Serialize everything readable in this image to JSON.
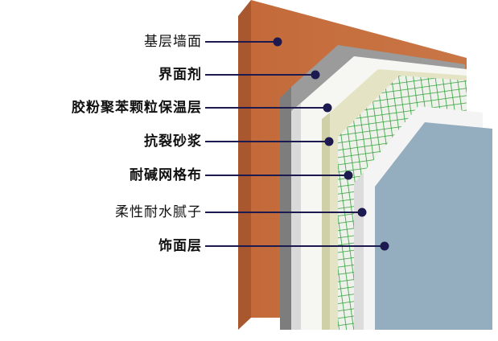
{
  "labels": [
    {
      "text": "基层墙面"
    },
    {
      "text": "界面剂"
    },
    {
      "text": "胶粉聚苯颗粒保温层"
    },
    {
      "text": "抗裂砂浆"
    },
    {
      "text": "耐碱网格布"
    },
    {
      "text": "柔性耐水腻子"
    },
    {
      "text": "饰面层"
    }
  ],
  "colors": {
    "wall": "#c8703f",
    "wall_side": "#a9572f",
    "interface": "#9b9b9b",
    "insulation": "#f6f6f2",
    "mortar_edge": "#dcdcb0",
    "mesh": "#2f9f3a",
    "putty": "#f2f2f2",
    "finish": "#94aebf",
    "leader": "#1c1a4f"
  }
}
